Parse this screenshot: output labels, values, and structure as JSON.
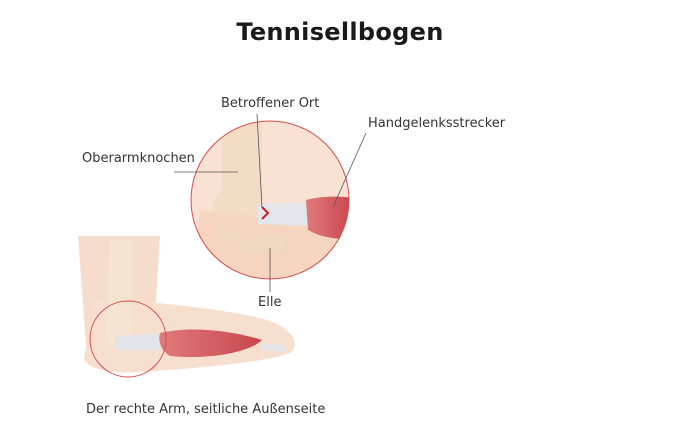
{
  "title": "Tennisellbogen",
  "labels": {
    "affected_site": "Betroffener Ort",
    "wrist_extensor": "Handgelenksstrecker",
    "humerus": "Oberarmknochen",
    "ulna": "Elle",
    "caption": "Der rechte Arm, seitliche Außenseite"
  },
  "colors": {
    "skin": "#f6d9c6",
    "skin_shade": "#efc6ad",
    "bone": "#f2e3cf",
    "muscle": "#d65a5a",
    "muscle_dark": "#b23e44",
    "tendon": "#e3e6ea",
    "circle_outline": "#d94b4b",
    "pain_mark": "#cc1f2a"
  }
}
